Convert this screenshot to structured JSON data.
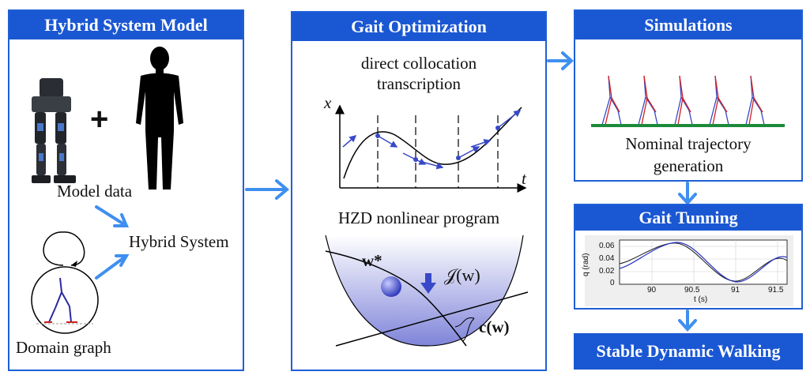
{
  "panels": {
    "hybrid": {
      "title": "Hybrid System Model",
      "model_data": "Model data",
      "plus": "+",
      "hybrid_system": "Hybrid System",
      "domain_graph": "Domain graph"
    },
    "gait": {
      "title": "Gait Optimization",
      "collocation_line1": "direct collocation",
      "collocation_line2": "transcription",
      "x_axis": "t",
      "y_axis": "x",
      "hzd": "HZD nonlinear program",
      "w_star": "w*",
      "cost": "𝒥(w)",
      "constraint": "c(w)"
    },
    "sim": {
      "title": "Simulations",
      "caption_line1": "Nominal trajectory",
      "caption_line2": "generation"
    },
    "tuning": {
      "title": "Gait Tunning",
      "ylabel": "q (rad)",
      "xlabel": "t (s)",
      "yticks": [
        "0.06",
        "0.04",
        "0.02",
        "0"
      ],
      "xticks": [
        "90",
        "90.5",
        "91",
        "91.5"
      ]
    },
    "stable": {
      "title": "Stable Dynamic Walking"
    }
  },
  "colors": {
    "accent": "#1a57d3",
    "arrow": "#3f8ff0"
  }
}
